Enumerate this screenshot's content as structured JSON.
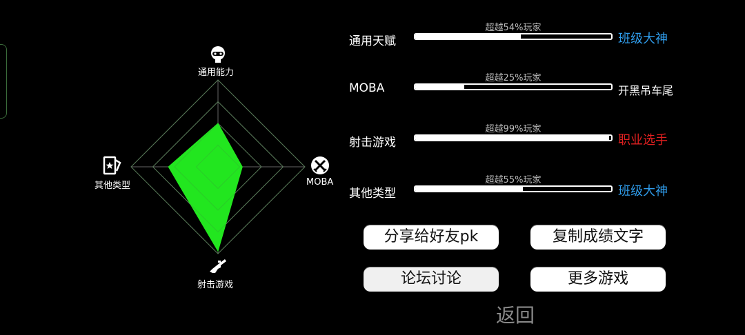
{
  "colors": {
    "background": "#000000",
    "radar_fill": "#22e61f",
    "grid": "#666666",
    "rank_blue": "#2f9be9",
    "rank_red": "#e02020",
    "rank_white": "#ffffff"
  },
  "radar": {
    "axes": [
      {
        "key": "general",
        "label": "通用能力",
        "icon": "robot-head-icon",
        "value": 0.5
      },
      {
        "key": "moba",
        "label": "MOBA",
        "icon": "crossed-swords-icon",
        "value": 0.28
      },
      {
        "key": "shooter",
        "label": "射击游戏",
        "icon": "rifle-icon",
        "value": 0.97
      },
      {
        "key": "other",
        "label": "其他类型",
        "icon": "card-star-icon",
        "value": 0.57
      }
    ],
    "rings": 4
  },
  "stats": [
    {
      "name": "通用天赋",
      "caption": "超越54%玩家",
      "percent": 54,
      "rank": "班级大神",
      "rank_color": "#2f9be9"
    },
    {
      "name": "MOBA",
      "caption": "超越25%玩家",
      "percent": 25,
      "rank": "开黑吊车尾",
      "rank_color": "#ffffff"
    },
    {
      "name": "射击游戏",
      "caption": "超越99%玩家",
      "percent": 99,
      "rank": "职业选手",
      "rank_color": "#e02020"
    },
    {
      "name": "其他类型",
      "caption": "超越55%玩家",
      "percent": 55,
      "rank": "班级大神",
      "rank_color": "#2f9be9"
    }
  ],
  "buttons": {
    "share": "分享给好友pk",
    "copy": "复制成绩文字",
    "forum": "论坛讨论",
    "more": "更多游戏"
  },
  "back_label": "返回"
}
